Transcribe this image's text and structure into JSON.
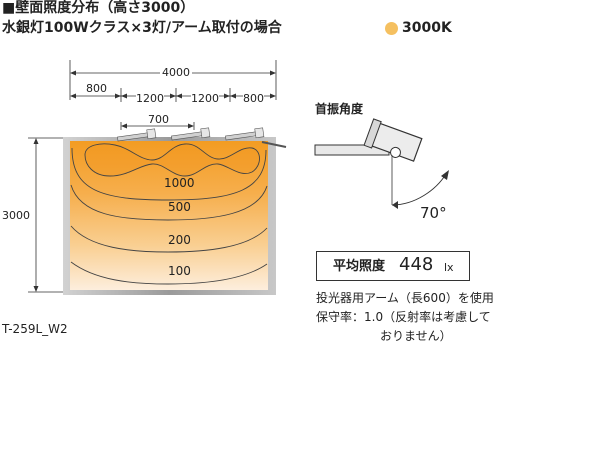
{
  "title": {
    "line1": "■壁面照度分布（高さ3000）",
    "line2": "水銀灯100Wクラス×3灯/アーム取付の場合"
  },
  "legend": {
    "label": "3000K",
    "color": "#f5c060"
  },
  "dimensions": {
    "total_width": "4000",
    "left_margin": "800",
    "spacing_1": "1200",
    "spacing_2": "1200",
    "right_margin": "800",
    "arm_length": "700",
    "height": "3000"
  },
  "contours": [
    "1000",
    "500",
    "200",
    "100"
  ],
  "lamp_angle": {
    "title": "首振角度",
    "angle": "70°"
  },
  "average_illuminance": {
    "label": "平均照度",
    "value": "448",
    "unit": "lx"
  },
  "notes": {
    "line1": "投光器用アーム（長600）を使用",
    "line2": "保守率：1.0（反射率は考慮して",
    "line3": "おりません）"
  },
  "model_code": "T-259L_W2",
  "colors": {
    "hot": "#f39c22",
    "warm": "#f7b860",
    "cool": "#fbe6c6",
    "frame": "#a8a8a8"
  }
}
